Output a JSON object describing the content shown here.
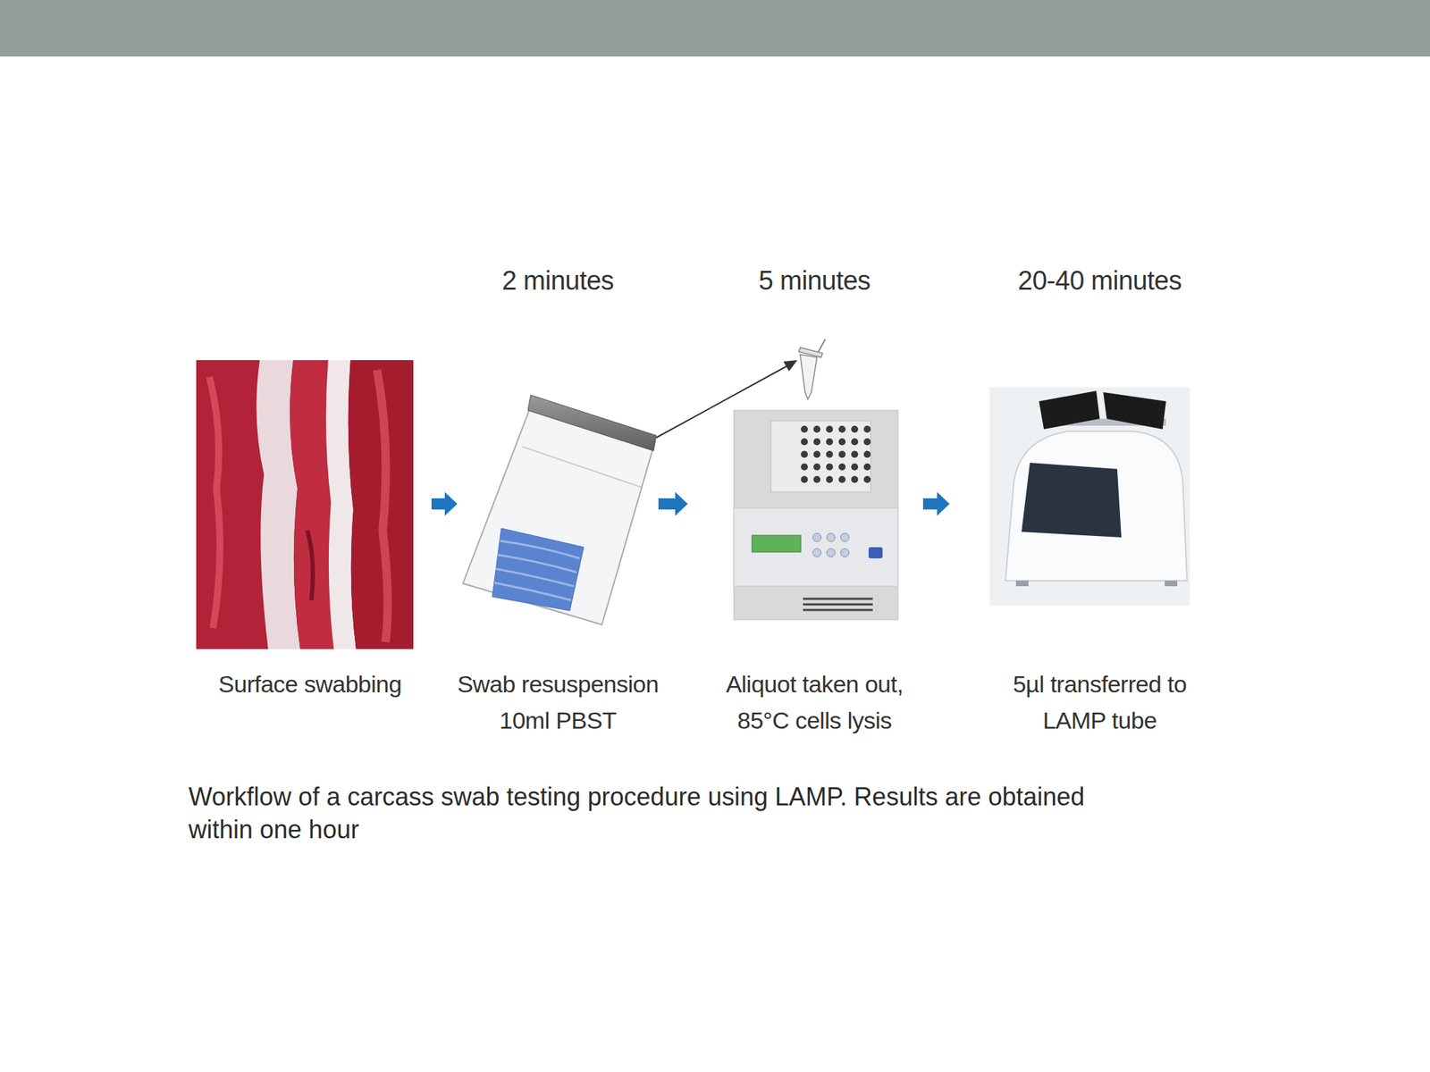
{
  "diagram": {
    "caption": "Workflow of a carcass swab testing procedure using LAMP. Results are obtained within one hour",
    "nodes": [
      {
        "text": [
          "Surface swabbing"
        ]
      },
      {
        "text": [
          "2 minutes",
          "Swab resuspension 10ml PBST"
        ]
      },
      {
        "text": [
          "5 minutes",
          "Aliquot taken out, 85°C cells lysis"
        ]
      },
      {
        "text": [
          "20-40 minutes",
          "5µl transferred to LAMP tube"
        ]
      }
    ],
    "edges": [
      {
        "from": 0,
        "to": 1,
        "arrow": "to"
      },
      {
        "from": 1,
        "to": 2,
        "arrow": "to"
      },
      {
        "from": 2,
        "to": 3,
        "arrow": "to"
      }
    ]
  }
}
